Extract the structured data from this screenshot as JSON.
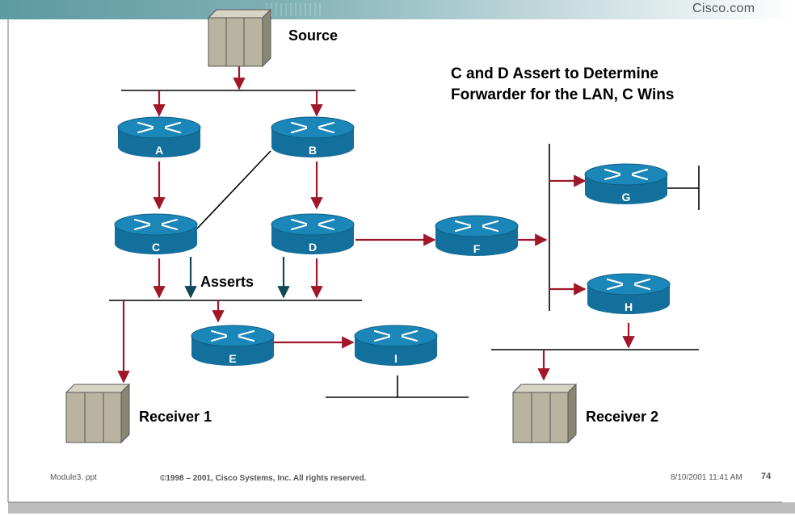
{
  "header": {
    "brand": "Cisco.com"
  },
  "title": {
    "line1": "C and D Assert to Determine",
    "line2": "Forwarder for the LAN, C Wins"
  },
  "labels": {
    "source": "Source",
    "asserts": "Asserts",
    "receiver1": "Receiver 1",
    "receiver2": "Receiver 2"
  },
  "routers": [
    {
      "id": "A",
      "label": "A"
    },
    {
      "id": "B",
      "label": "B"
    },
    {
      "id": "C",
      "label": "C"
    },
    {
      "id": "D",
      "label": "D"
    },
    {
      "id": "E",
      "label": "E"
    },
    {
      "id": "F",
      "label": "F"
    },
    {
      "id": "G",
      "label": "G"
    },
    {
      "id": "H",
      "label": "H"
    },
    {
      "id": "I",
      "label": "I"
    }
  ],
  "footer": {
    "file": "Module3. ppt",
    "copyright": "©1998 – 2001, Cisco Systems, Inc. All rights reserved.",
    "date": "8/10/2001 11:41 AM",
    "page": "74"
  },
  "colors": {
    "flow_arrow": "#a0172a",
    "assert_arrow": "#0f4a55",
    "router": "#1b86b8",
    "header_bar": "#5d9aa1"
  }
}
